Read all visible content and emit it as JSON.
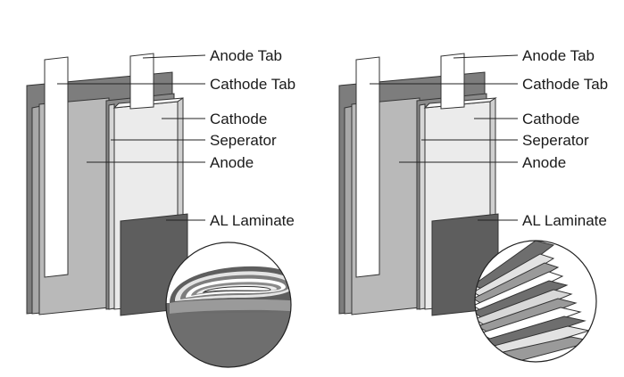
{
  "diagrams": [
    {
      "id": "wound",
      "labels": {
        "anode_tab": "Anode Tab",
        "cathode_tab": "Cathode Tab",
        "cathode": "Cathode",
        "separator": "Seperator",
        "anode": "Anode",
        "al_laminate": "AL Laminate"
      }
    },
    {
      "id": "stacked",
      "labels": {
        "anode_tab": "Anode Tab",
        "cathode_tab": "Cathode Tab",
        "cathode": "Cathode",
        "separator": "Seperator",
        "anode": "Anode",
        "al_laminate": "AL Laminate"
      }
    }
  ],
  "colors": {
    "al_laminate": "#5e5e5e",
    "anode": "#b9b9b9",
    "cathode": "#ebebeb",
    "back_panel": "#7d7d7d",
    "separator": "#d6d6d6",
    "tab": "#ffffff"
  }
}
